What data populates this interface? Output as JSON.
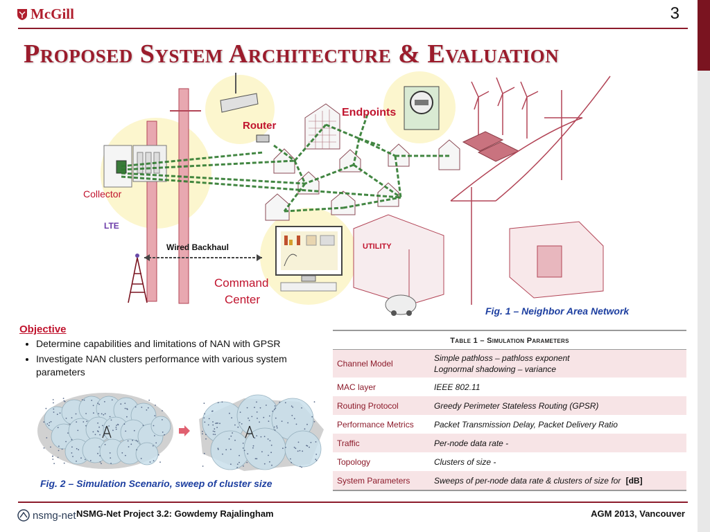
{
  "header": {
    "logo_text": "McGill",
    "page_number": "3",
    "title": "Proposed System Architecture & Evaluation"
  },
  "diagram": {
    "labels": {
      "endpoints": "Endpoints",
      "router": "Router",
      "collector": "Collector",
      "lte": "LTE",
      "wired_backhaul": "Wired Backhaul",
      "utility": "UTILITY",
      "command_center_1": "Command",
      "command_center_2": "Center"
    },
    "caption": "Fig. 1 – Neighbor Area Network",
    "icons": [
      "router-icon",
      "smart-meter-icon",
      "collector-box-icon",
      "lte-tower-icon",
      "monitor-icon",
      "utility-building-icon",
      "wind-turbine-icon",
      "solar-panel-icon",
      "power-pole-icon",
      "substation-icon",
      "house-icon",
      "electric-car-icon"
    ]
  },
  "objective": {
    "heading": "Objective",
    "bullets": [
      "Determine capabilities and limitations of NAN with GPSR",
      "Investigate NAN clusters performance with various system parameters"
    ]
  },
  "simulation_figure": {
    "caption": "Fig. 2 – Simulation Scenario, sweep of cluster size"
  },
  "table": {
    "caption": "Table 1 – Simulation Parameters",
    "rows": [
      {
        "key": "Channel Model",
        "value": "Simple pathloss – pathloss exponent",
        "value2": "Lognormal shadowing – variance"
      },
      {
        "key": "MAC layer",
        "value": "IEEE 802.11"
      },
      {
        "key": "Routing Protocol",
        "value": "Greedy Perimeter Stateless Routing (GPSR)"
      },
      {
        "key": "Performance Metrics",
        "value": "Packet Transmission Delay, Packet Delivery Ratio"
      },
      {
        "key": "Traffic",
        "value": "Per-node data rate -"
      },
      {
        "key": "Topology",
        "value": "Clusters of size -"
      },
      {
        "key": "System Parameters",
        "value": "Sweeps of per-node data rate & clusters of size for",
        "value_suffix": "[dB]"
      }
    ]
  },
  "footer": {
    "logo_text": "nsmg-net",
    "left": "NSMG-Net Project 3.2: Gowdemy Rajalingham",
    "right": "AGM 2013, Vancouver"
  },
  "colors": {
    "brand_red": "#8c1a2a",
    "label_red": "#c0132d",
    "caption_blue": "#1d3fa0",
    "table_stripe": "#f7e4e6"
  }
}
